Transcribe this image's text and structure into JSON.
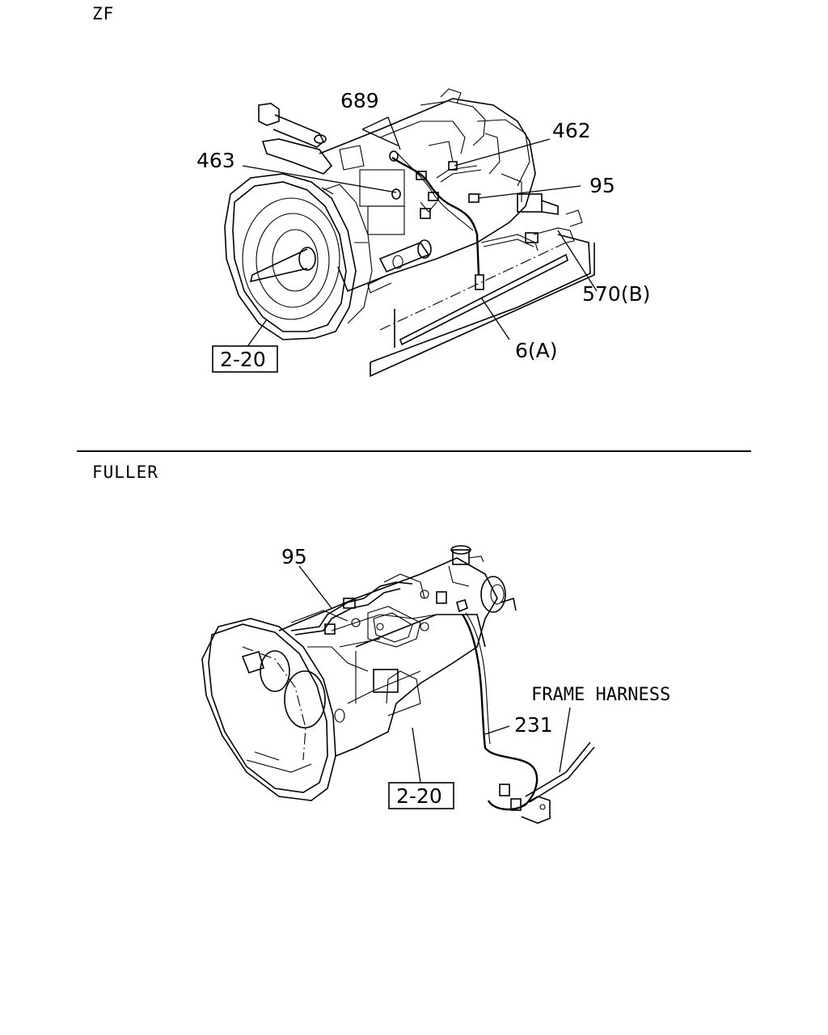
{
  "sections": {
    "top": {
      "heading": "ZF"
    },
    "bottom": {
      "heading": "FULLER"
    }
  },
  "zf_callouts": {
    "c689": "689",
    "c462": "462",
    "c463": "463",
    "c95": "95",
    "c570b": "570(B)",
    "c6a": "6(A)",
    "ref": "2-20"
  },
  "fuller_callouts": {
    "c95": "95",
    "frame_harness": "FRAME HARNESS",
    "c231": "231",
    "ref": "2-20"
  }
}
